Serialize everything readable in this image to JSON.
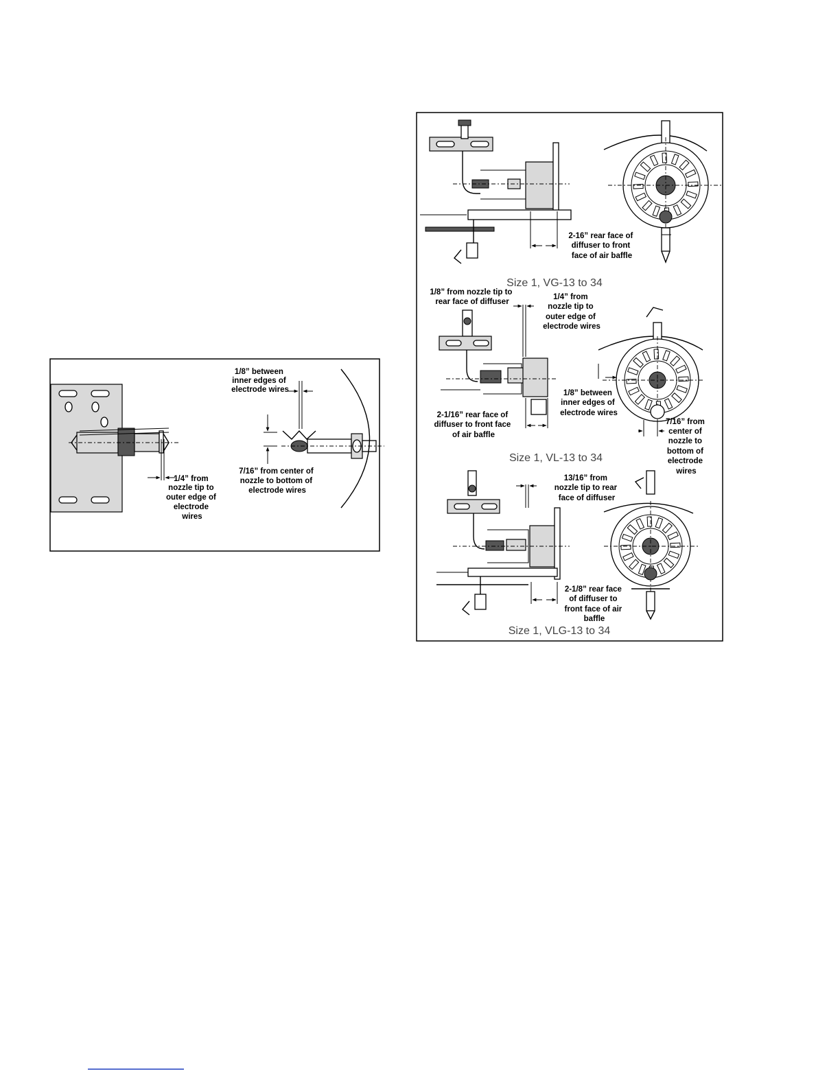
{
  "left_figure": {
    "label_gap": [
      "1/8” between",
      "inner edges of",
      "electrode wires"
    ],
    "label_tip": [
      "1/4” from",
      "nozzle tip to",
      "outer edge of",
      "electrode",
      "wires"
    ],
    "label_center": [
      "7/16” from center of",
      "nozzle to bottom of",
      "electrode wires"
    ]
  },
  "right_figure": {
    "vg": {
      "label_baffle": [
        "2-16” rear face of",
        "diffuser to front",
        "face of air baffle"
      ],
      "caption": "Size 1, VG-13 to 34"
    },
    "vl": {
      "label_nozzle_rear": [
        "1/8” from nozzle tip to",
        "rear face of diffuser"
      ],
      "label_tip": [
        "1/4” from",
        "nozzle tip to",
        "outer edge of",
        "electrode wires"
      ],
      "label_gap": [
        "1/8” between",
        "inner edges of",
        "electrode wires"
      ],
      "label_baffle": [
        "2-1/16” rear face of",
        "diffuser to front face",
        "of air baffle"
      ],
      "label_center": [
        "7/16” from",
        "center of",
        "nozzle to",
        "bottom of",
        "electrode",
        "wires"
      ],
      "caption": "Size 1, VL-13 to 34"
    },
    "vlg": {
      "label_nozzle_rear": [
        "13/16” from",
        "nozzle tip to rear",
        "face of diffuser"
      ],
      "label_baffle": [
        "2-1/8” rear face",
        "of diffuser to",
        "front face of air",
        "baffle"
      ],
      "caption": "Size 1, VLG-13 to 34"
    }
  }
}
